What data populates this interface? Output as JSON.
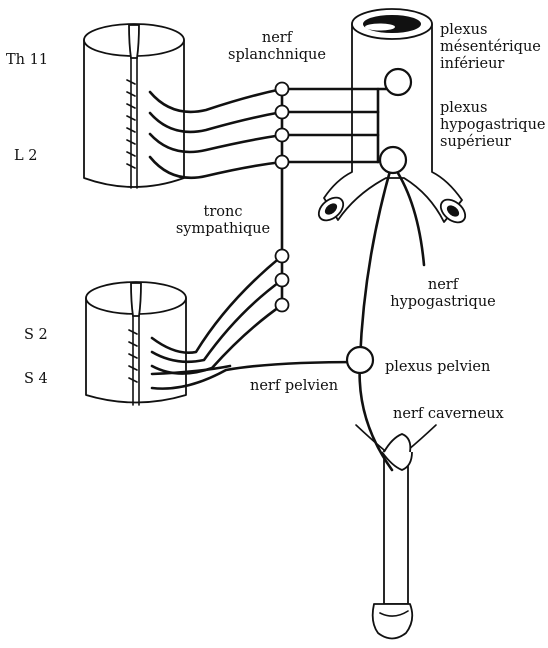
{
  "labels": {
    "th11": "Th 11",
    "l2": "L 2",
    "s2": "S 2",
    "s4": "S 4",
    "nerf_splanchnique": [
      "nerf",
      "splanchnique"
    ],
    "plexus_mesenterique": [
      "plexus",
      "mésentérique",
      "inférieur"
    ],
    "plexus_hypogastrique": [
      "plexus",
      "hypogastrique",
      "supérieur"
    ],
    "tronc_sympathique": [
      "tronc",
      "sympathique"
    ],
    "nerf_hypogastrique": [
      "nerf",
      "hypogastrique"
    ],
    "plexus_pelvien": "plexus pelvien",
    "nerf_pelvien": "nerf pelvien",
    "nerf_caverneux": "nerf caverneux"
  }
}
